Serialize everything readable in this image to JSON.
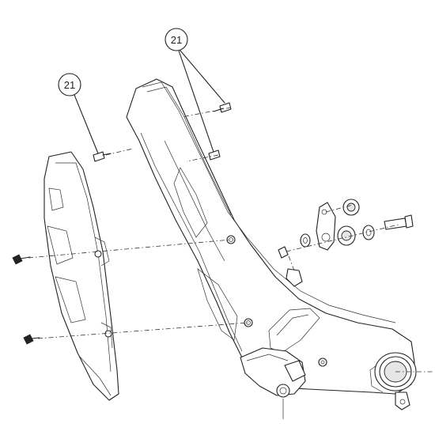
{
  "diagram": {
    "callouts": [
      {
        "id": "callout-top",
        "label": "21"
      },
      {
        "id": "callout-left",
        "label": "21"
      }
    ]
  }
}
